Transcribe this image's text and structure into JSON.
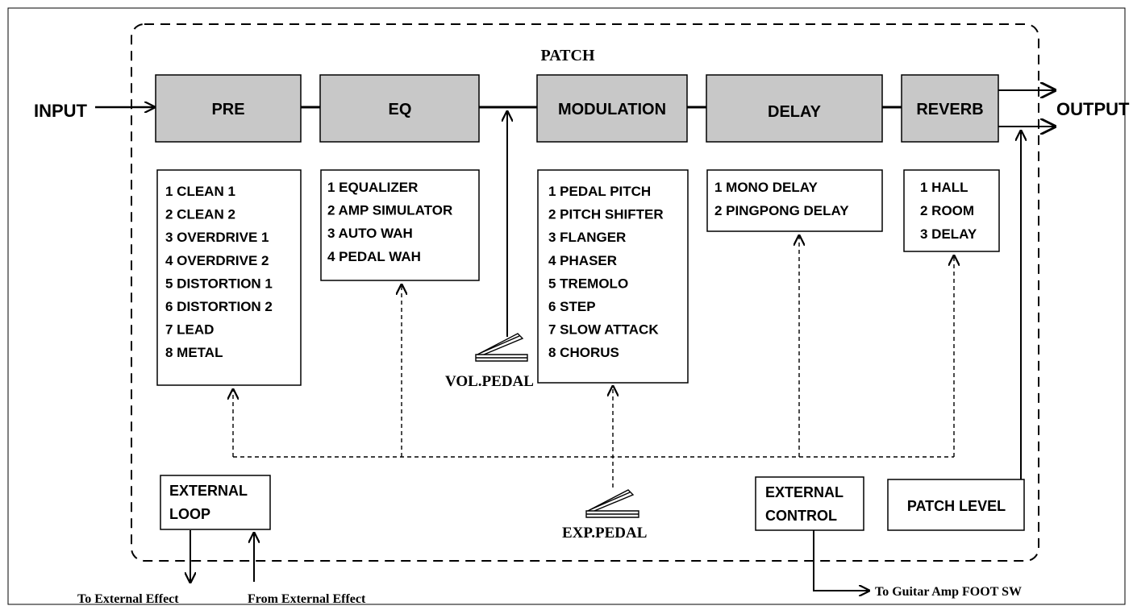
{
  "patch_title": "PATCH",
  "input_label": "INPUT",
  "output_label": "OUTPUT",
  "blocks": {
    "pre": "PRE",
    "eq": "EQ",
    "modulation": "MODULATION",
    "delay": "DELAY",
    "reverb": "REVERB"
  },
  "lists": {
    "pre": [
      "1 CLEAN 1",
      "2 CLEAN 2",
      "3 OVERDRIVE 1",
      "4 OVERDRIVE 2",
      "5 DISTORTION 1",
      "6 DISTORTION 2",
      "7 LEAD",
      "8 METAL"
    ],
    "eq": [
      "1 EQUALIZER",
      "2 AMP SIMULATOR",
      "3 AUTO WAH",
      "4 PEDAL WAH"
    ],
    "modulation": [
      "1 PEDAL PITCH",
      "2 PITCH SHIFTER",
      "3 FLANGER",
      "4 PHASER",
      "5 TREMOLO",
      "6 STEP",
      "7 SLOW ATTACK",
      "8 CHORUS"
    ],
    "delay": [
      "1 MONO DELAY",
      "2 PINGPONG DELAY"
    ],
    "reverb": [
      "1 HALL",
      "2 ROOM",
      "3 DELAY"
    ]
  },
  "vol_pedal_label": "VOL.PEDAL",
  "exp_pedal_label": "EXP.PEDAL",
  "external_loop": [
    "EXTERNAL",
    "LOOP"
  ],
  "external_control": [
    "EXTERNAL",
    "CONTROL"
  ],
  "patch_level": "PATCH LEVEL",
  "to_external_effect": "To External Effect",
  "from_external_effect": "From External Effect",
  "to_guitar_amp": "To Guitar Amp FOOT SW",
  "colors": {
    "block_fill": "#c8c8c8",
    "line": "#000000",
    "background": "#ffffff"
  }
}
